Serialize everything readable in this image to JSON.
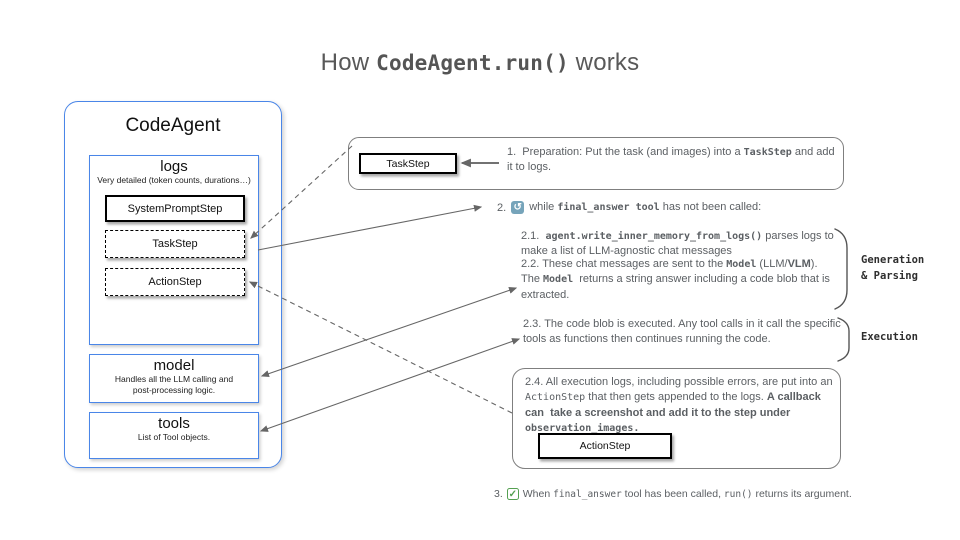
{
  "title": {
    "pre": "How ",
    "code": "CodeAgent.run()",
    "post": " works"
  },
  "agent": {
    "title": "CodeAgent",
    "logs": {
      "title": "logs",
      "subtitle": "Very detailed (token counts, durations…)",
      "items": [
        "SystemPromptStep",
        "TaskStep",
        "ActionStep"
      ]
    },
    "model": {
      "title": "model",
      "subtitle": "Handles all the LLM calling and\npost-processing logic."
    },
    "tools": {
      "title": "tools",
      "subtitle": "List of Tool objects."
    }
  },
  "flow": {
    "step1": {
      "chip": "TaskStep",
      "a": "1.  Preparation: Put the task (and images) into a ",
      "code": "TaskStep",
      "b": " and add it to logs."
    },
    "step2": {
      "num": "2.",
      "a": "while ",
      "code": "final_answer tool",
      "b": " has not been called:"
    },
    "step21": {
      "a": "2.1.  ",
      "code": "agent.write_inner_memory_from_logs()",
      "b": " parses logs to make a list of LLM-agnostic chat messages"
    },
    "step22": {
      "a": "2.2. These chat messages are sent to the ",
      "code1": "Model",
      "b": " (LLM/",
      "bold1": "VLM",
      "c": "). The ",
      "code2": "Model",
      "d": "  returns a string answer including a code blob that is extracted."
    },
    "step23": {
      "text": "2.3. The code blob is executed. Any tool calls in it call the specific tools as functions then continues running the code."
    },
    "step24": {
      "a": "2.4. All execution logs, including possible errors, are put into an ",
      "code1": "ActionStep",
      "b": " that then gets appended to the logs. ",
      "bold1": "A callback can  take a screenshot and add it to the step under ",
      "code2": "observation_images.",
      "chip": "ActionStep"
    },
    "step3": {
      "num": "3.",
      "a": "When ",
      "code1": "final_answer",
      "b": " tool has been called, ",
      "code2": "run()",
      "c": " returns its argument."
    },
    "side_labels": {
      "generation": "Generation\n& Parsing",
      "execution": "Execution"
    }
  },
  "icons": {
    "loop": "↺",
    "check": "✓"
  },
  "colors": {
    "accent_blue": "#4a86e8",
    "gray_box_border": "#7f7f7f",
    "text_gray": "#5b5f63",
    "loop_icon_bg": "#76a4ba",
    "check_green": "#55a052",
    "arrow": "#666666"
  }
}
